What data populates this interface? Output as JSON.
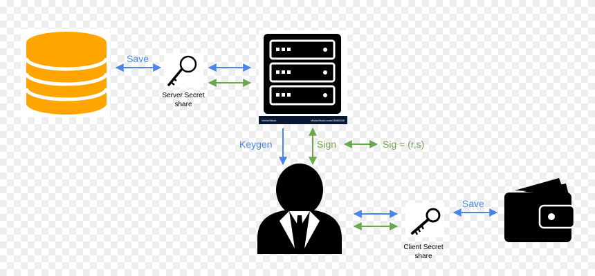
{
  "colors": {
    "blue_arrow": "#4a86e8",
    "green_arrow": "#6aa84f",
    "database": "#ffa500",
    "icon": "#000000"
  },
  "icons": {
    "database": "database-icon",
    "server_key": "server-key-icon",
    "server": "server-rack-icon",
    "user": "user-icon",
    "client_key": "client-key-icon",
    "wallet": "wallet-icon"
  },
  "labels": {
    "save_server": "Save",
    "server_share_line1": "Server Secret",
    "server_share_line2": "share",
    "keygen": "Keygen",
    "sign": "Sign",
    "sig": "Sig = (r,s)",
    "save_client": "Save",
    "client_share_line1": "Client Secret",
    "client_share_line2": "share"
  },
  "server_banner": {
    "left": "VectorStock",
    "right": "VectorStock.com/24865335"
  }
}
